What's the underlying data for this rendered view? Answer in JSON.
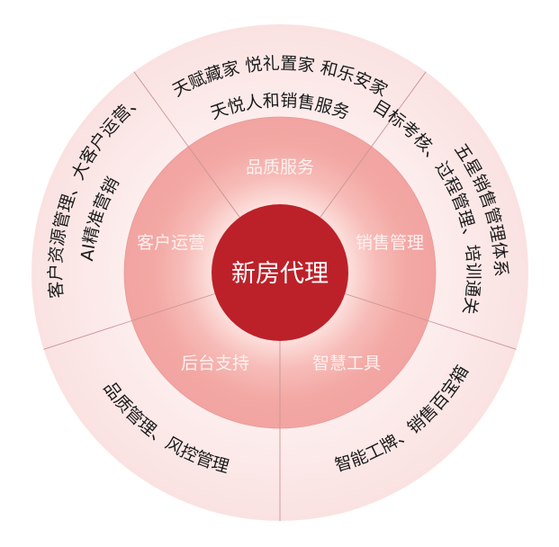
{
  "colors": {
    "outer_ring": "#fbe5e4",
    "outer_ring_light": "#fdf0ef",
    "middle_ring": "#f2a5a2",
    "middle_glow": "#fbd9d6",
    "core": "#bc2129",
    "divider": "#c99594"
  },
  "core": {
    "label": "新房代理"
  },
  "segments": [
    {
      "id": "quality-service",
      "label": "品质服务",
      "details": [
        "天赋藏家 悦礼置家 和乐安家",
        "天悦人和销售服务"
      ]
    },
    {
      "id": "sales-management",
      "label": "销售管理",
      "details": [
        "五星销售管理体系",
        "目标考核、过程管理、培训通关"
      ]
    },
    {
      "id": "smart-tools",
      "label": "智慧工具",
      "details": [
        "智能工牌、销售百宝箱"
      ]
    },
    {
      "id": "back-office-support",
      "label": "后台支持",
      "details": [
        "品质管理、风控管理"
      ]
    },
    {
      "id": "customer-operations",
      "label": "客户运营",
      "details": [
        "客户资源管理、大客户运营、",
        "AI精准营销"
      ]
    }
  ]
}
